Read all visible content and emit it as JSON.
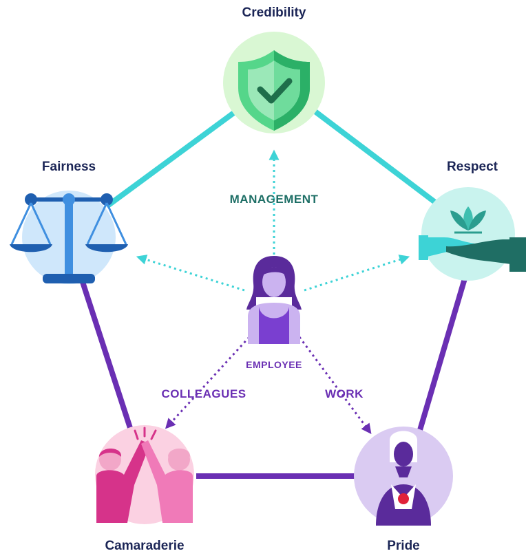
{
  "nodes": {
    "credibility": "Credibility",
    "fairness": "Fairness",
    "respect": "Respect",
    "camaraderie": "Camaraderie",
    "pride": "Pride"
  },
  "relations": {
    "management": "MANAGEMENT",
    "colleagues": "COLLEAGUES",
    "work": "WORK",
    "employee": "EMPLOYEE"
  },
  "colors": {
    "teal_line": "#3dd3d6",
    "purple_line": "#6a2fb3",
    "label_dark": "#1b2556",
    "management_text": "#1e6f66",
    "purple_text": "#6a2fb3",
    "credibility_bg": "#d9f7d3",
    "fairness_bg": "#cfe7fb",
    "respect_bg": "#c9f3ee",
    "camaraderie_bg": "#fbd1e2",
    "pride_bg": "#dacbf2"
  }
}
